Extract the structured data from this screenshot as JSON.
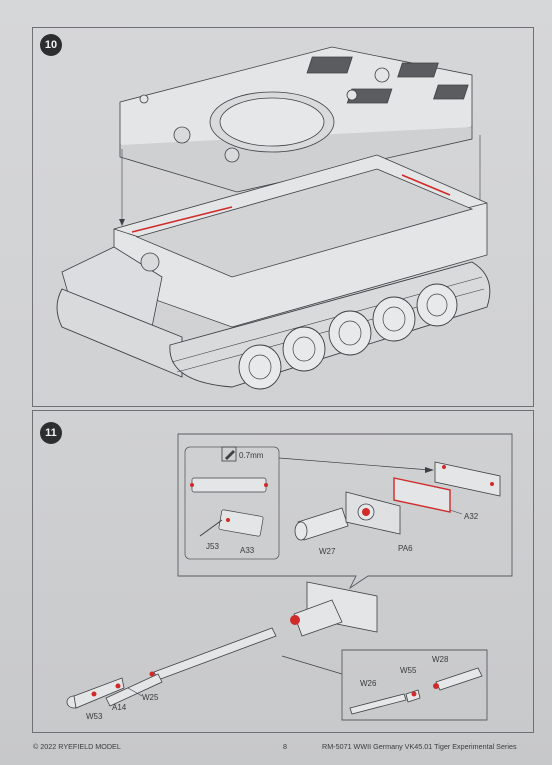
{
  "steps": [
    {
      "number": "10"
    },
    {
      "number": "11"
    }
  ],
  "step11": {
    "thickness": "0.7mm",
    "parts": {
      "j53": "J53",
      "a33": "A33",
      "w27": "W27",
      "pa6": "PA6",
      "a32": "A32",
      "w25": "W25",
      "a14": "A14",
      "w53": "W53",
      "w26": "W26",
      "w55": "W55",
      "w28": "W28"
    }
  },
  "footer": {
    "copyright": "© 2022 RYEFIELD MODEL",
    "page_number": "8",
    "product": "RM-5071 WWII Germany VK45.01 Tiger Experimental Series"
  },
  "colors": {
    "paper": "#d0d1d3",
    "line": "#3a3b3d",
    "highlight": "#d12a2a"
  }
}
